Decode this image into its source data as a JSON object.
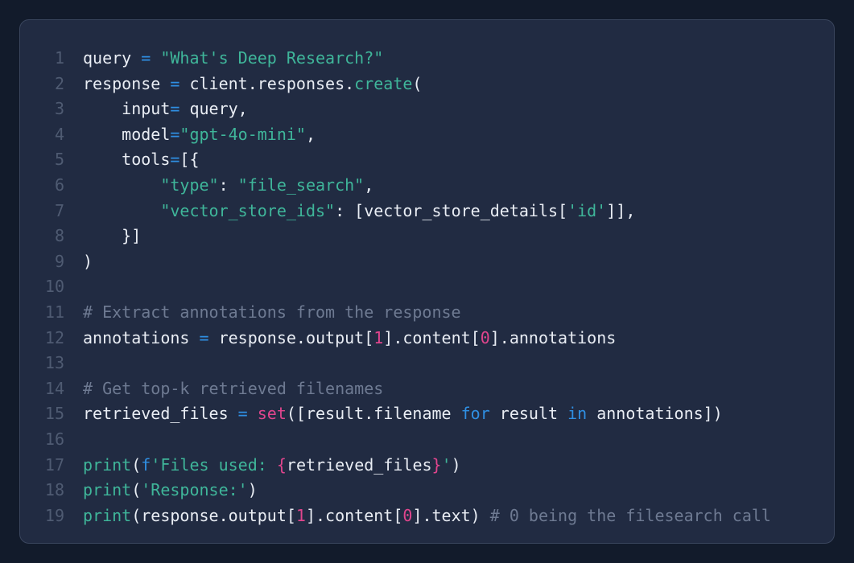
{
  "colors": {
    "background": "#121b2b",
    "panel": "#212b42",
    "plain": "#e9edf4",
    "operator": "#2f8fe3",
    "string": "#3fb69a",
    "keyword": "#2f8fe3",
    "number": "#e0458d",
    "comment": "#6e7a92",
    "line_number": "#4f5b72"
  },
  "code": {
    "language": "python",
    "lines": [
      {
        "n": "1",
        "tokens": [
          {
            "t": "query ",
            "c": "p"
          },
          {
            "t": "=",
            "c": "o"
          },
          {
            "t": " ",
            "c": "p"
          },
          {
            "t": "\"What's Deep Research?\"",
            "c": "s"
          }
        ]
      },
      {
        "n": "2",
        "tokens": [
          {
            "t": "response ",
            "c": "p"
          },
          {
            "t": "=",
            "c": "o"
          },
          {
            "t": " client.responses.",
            "c": "p"
          },
          {
            "t": "create",
            "c": "f"
          },
          {
            "t": "(",
            "c": "p"
          }
        ]
      },
      {
        "n": "3",
        "tokens": [
          {
            "t": "    input",
            "c": "p"
          },
          {
            "t": "=",
            "c": "o"
          },
          {
            "t": " query,",
            "c": "p"
          }
        ]
      },
      {
        "n": "4",
        "tokens": [
          {
            "t": "    model",
            "c": "p"
          },
          {
            "t": "=",
            "c": "o"
          },
          {
            "t": "\"gpt-4o-mini\"",
            "c": "s"
          },
          {
            "t": ",",
            "c": "p"
          }
        ]
      },
      {
        "n": "5",
        "tokens": [
          {
            "t": "    tools",
            "c": "p"
          },
          {
            "t": "=",
            "c": "o"
          },
          {
            "t": "[{",
            "c": "p"
          }
        ]
      },
      {
        "n": "6",
        "tokens": [
          {
            "t": "        ",
            "c": "p"
          },
          {
            "t": "\"type\"",
            "c": "s"
          },
          {
            "t": ": ",
            "c": "p"
          },
          {
            "t": "\"file_search\"",
            "c": "s"
          },
          {
            "t": ",",
            "c": "p"
          }
        ]
      },
      {
        "n": "7",
        "tokens": [
          {
            "t": "        ",
            "c": "p"
          },
          {
            "t": "\"vector_store_ids\"",
            "c": "s"
          },
          {
            "t": ": [vector_store_details[",
            "c": "p"
          },
          {
            "t": "'id'",
            "c": "s"
          },
          {
            "t": "]],",
            "c": "p"
          }
        ]
      },
      {
        "n": "8",
        "tokens": [
          {
            "t": "    }]",
            "c": "p"
          }
        ]
      },
      {
        "n": "9",
        "tokens": [
          {
            "t": ")",
            "c": "p"
          }
        ]
      },
      {
        "n": "10",
        "tokens": []
      },
      {
        "n": "11",
        "tokens": [
          {
            "t": "# Extract annotations from the response",
            "c": "c"
          }
        ]
      },
      {
        "n": "12",
        "tokens": [
          {
            "t": "annotations ",
            "c": "p"
          },
          {
            "t": "=",
            "c": "o"
          },
          {
            "t": " response.output[",
            "c": "p"
          },
          {
            "t": "1",
            "c": "n"
          },
          {
            "t": "].content[",
            "c": "p"
          },
          {
            "t": "0",
            "c": "n"
          },
          {
            "t": "].annotations",
            "c": "p"
          }
        ]
      },
      {
        "n": "13",
        "tokens": []
      },
      {
        "n": "14",
        "tokens": [
          {
            "t": "# Get top-k retrieved filenames",
            "c": "c"
          }
        ]
      },
      {
        "n": "15",
        "tokens": [
          {
            "t": "retrieved_files ",
            "c": "p"
          },
          {
            "t": "=",
            "c": "o"
          },
          {
            "t": " ",
            "c": "p"
          },
          {
            "t": "set",
            "c": "b"
          },
          {
            "t": "([result.filename ",
            "c": "p"
          },
          {
            "t": "for",
            "c": "k"
          },
          {
            "t": " result ",
            "c": "p"
          },
          {
            "t": "in",
            "c": "k"
          },
          {
            "t": " annotations])",
            "c": "p"
          }
        ]
      },
      {
        "n": "16",
        "tokens": []
      },
      {
        "n": "17",
        "tokens": [
          {
            "t": "print",
            "c": "f"
          },
          {
            "t": "(",
            "c": "p"
          },
          {
            "t": "f",
            "c": "k"
          },
          {
            "t": "'Files used: ",
            "c": "s"
          },
          {
            "t": "{",
            "c": "n"
          },
          {
            "t": "retrieved_files",
            "c": "p"
          },
          {
            "t": "}",
            "c": "n"
          },
          {
            "t": "'",
            "c": "s"
          },
          {
            "t": ")",
            "c": "p"
          }
        ]
      },
      {
        "n": "18",
        "tokens": [
          {
            "t": "print",
            "c": "f"
          },
          {
            "t": "(",
            "c": "p"
          },
          {
            "t": "'Response:'",
            "c": "s"
          },
          {
            "t": ")",
            "c": "p"
          }
        ]
      },
      {
        "n": "19",
        "tokens": [
          {
            "t": "print",
            "c": "f"
          },
          {
            "t": "(response.output[",
            "c": "p"
          },
          {
            "t": "1",
            "c": "n"
          },
          {
            "t": "].content[",
            "c": "p"
          },
          {
            "t": "0",
            "c": "n"
          },
          {
            "t": "].text) ",
            "c": "p"
          },
          {
            "t": "# 0 being the filesearch call",
            "c": "c"
          }
        ]
      }
    ]
  }
}
